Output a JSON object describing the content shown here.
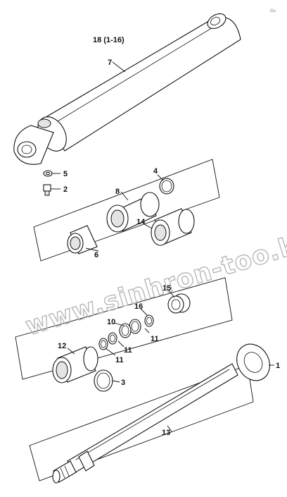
{
  "corner_mark": "Cu",
  "watermark": "www.sinhron-too.kz",
  "callouts": {
    "assembly": "18 (1-16)",
    "p1": "1",
    "p2": "2",
    "p3": "3",
    "p4": "4",
    "p5": "5",
    "p6": "6",
    "p7": "7",
    "p8": "8",
    "p10": "10",
    "p11a": "11",
    "p11b": "11",
    "p11c": "11",
    "p12": "12",
    "p13": "13",
    "p14": "14",
    "p15": "15",
    "p16": "16"
  }
}
